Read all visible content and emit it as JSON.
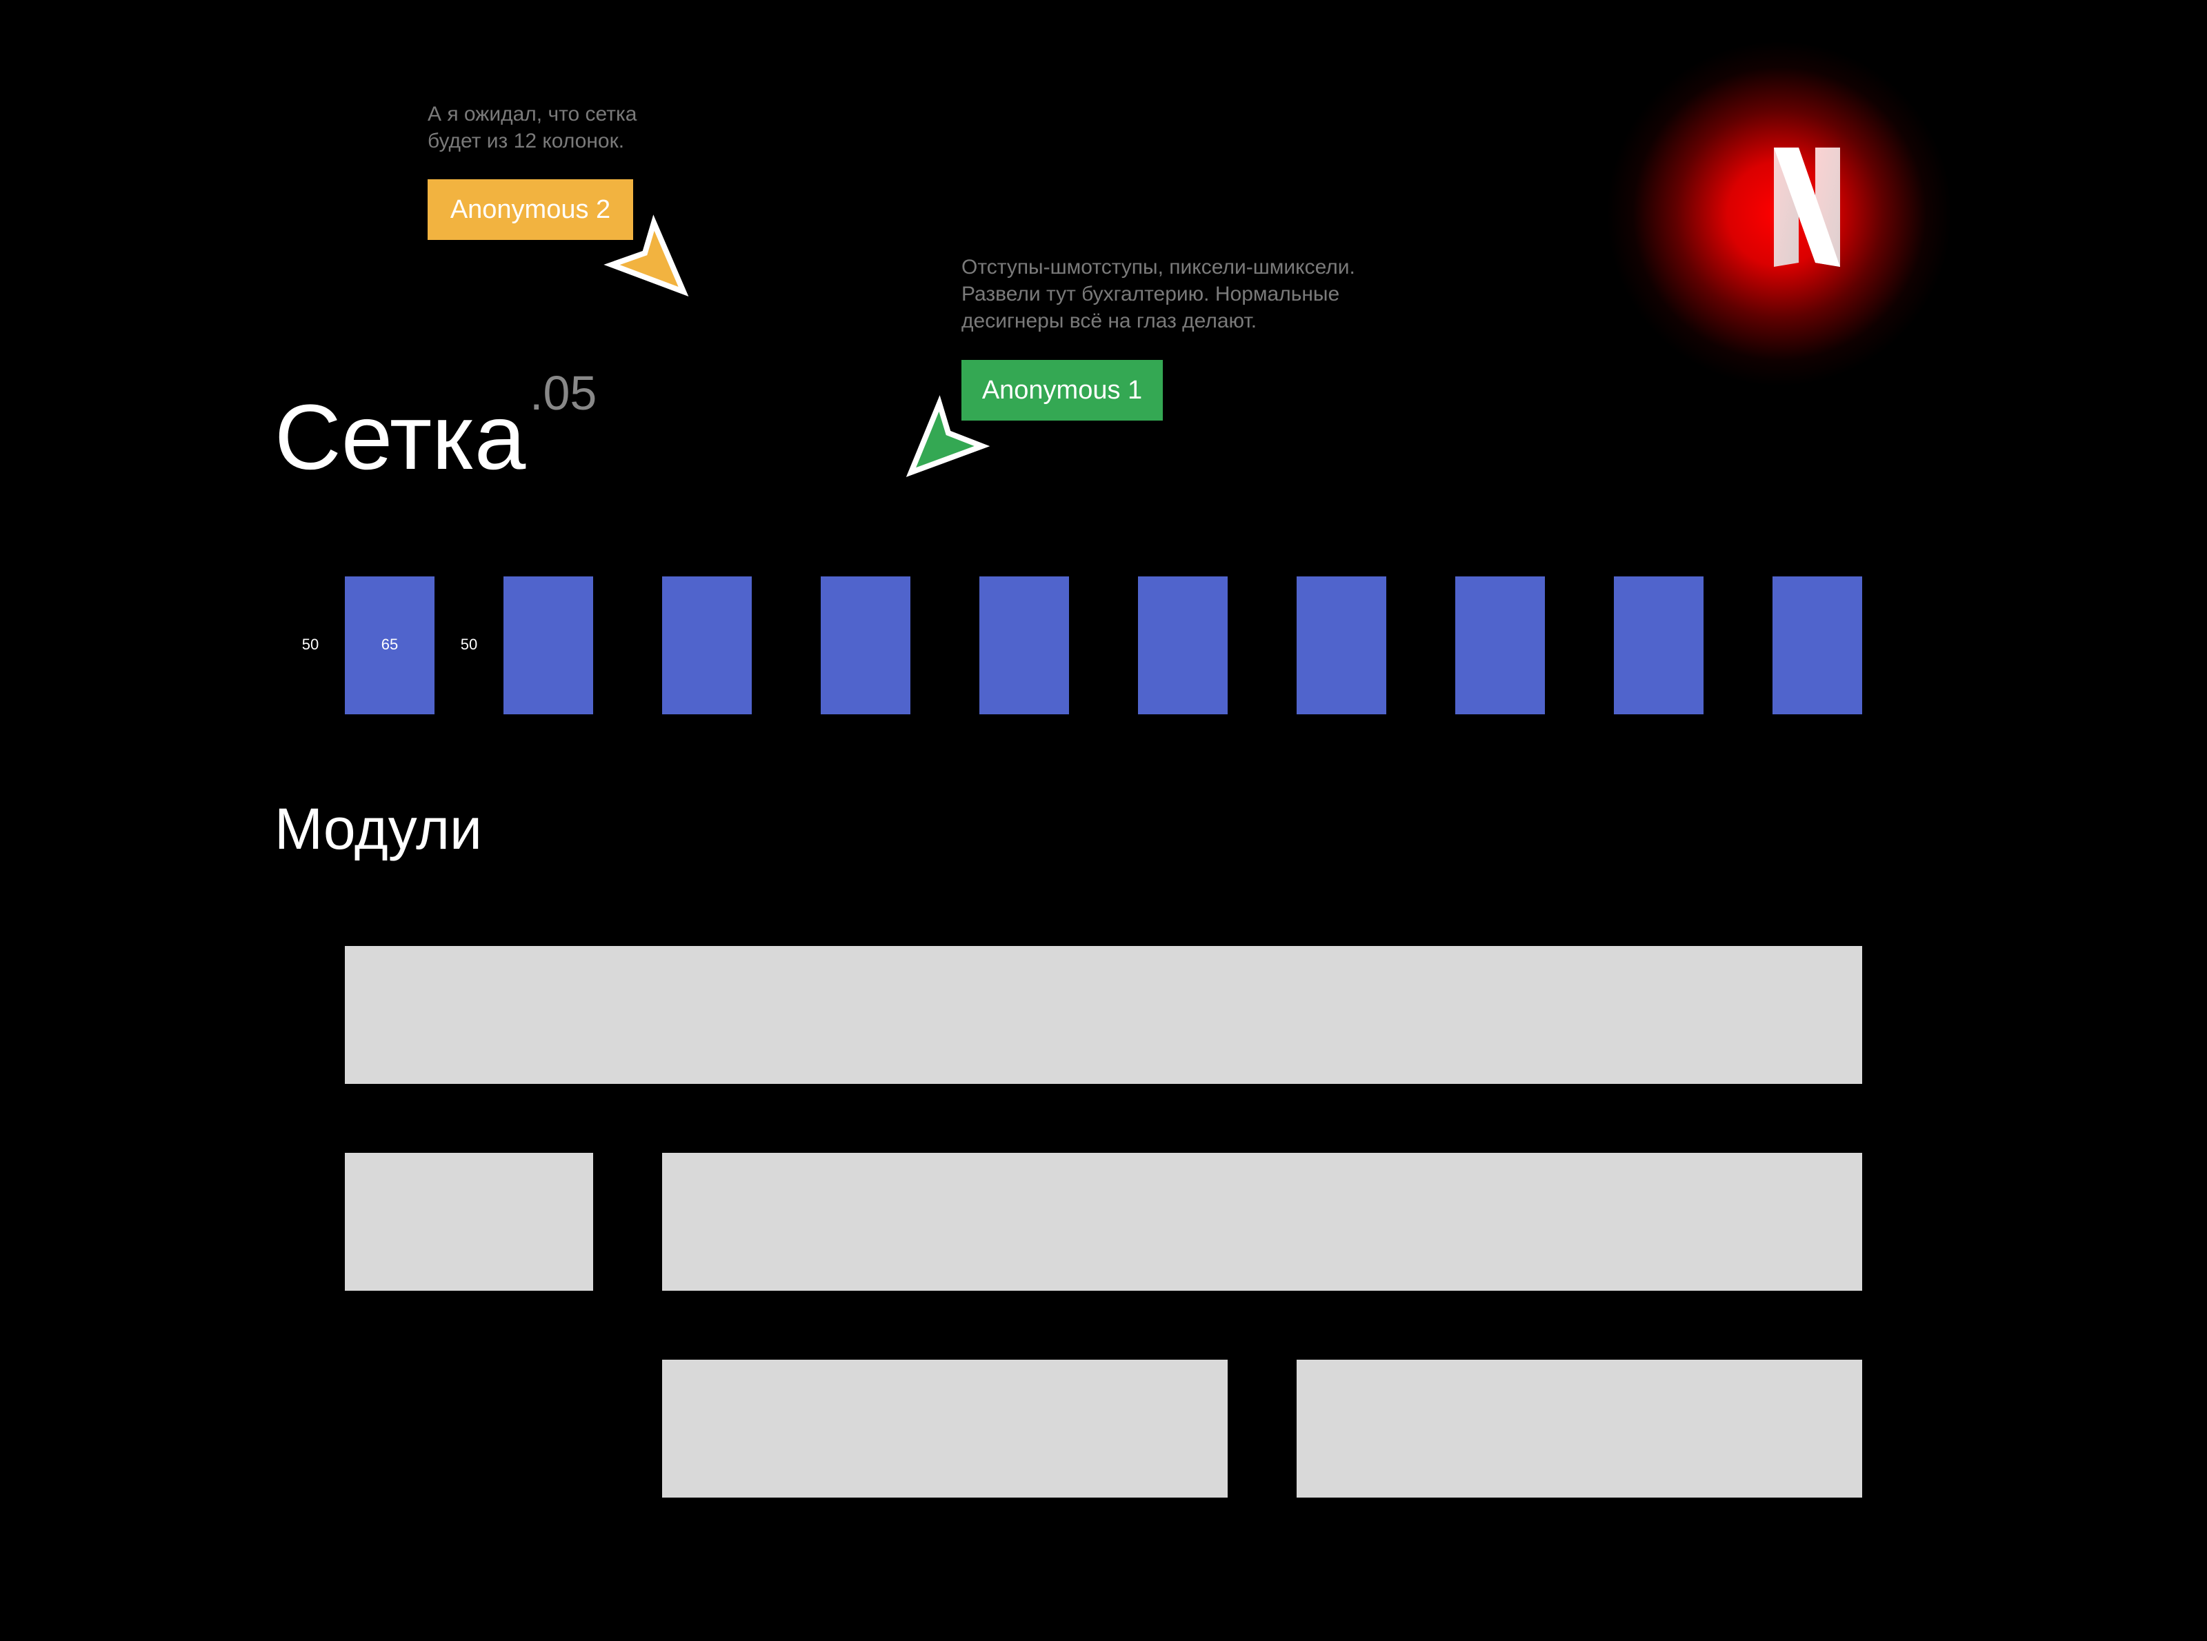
{
  "comments": [
    {
      "author": "Anonymous 2",
      "color": "#F2B340",
      "lines": [
        "А я ожидал, что сетка",
        "будет из 12 колонок."
      ]
    },
    {
      "author": "Anonymous 1",
      "color": "#34A853",
      "lines": [
        "Отступы-шмотступы, пиксели-шмиксели.",
        "Развели тут бухгалтерию. Нормальные",
        "десигнеры всё на глаз делают."
      ]
    }
  ],
  "grid_section": {
    "title": "Сетка",
    "number": ".05",
    "column_count": 10,
    "column_color": "#5064CC",
    "labels": {
      "margin": "50",
      "column": "65",
      "gutter": "50"
    }
  },
  "modules_section": {
    "title": "Модули",
    "module_color": "#D9D9D9",
    "rows": [
      [
        {
          "span": 10,
          "start": 1
        }
      ],
      [
        {
          "span": 2,
          "start": 1
        },
        {
          "span": 8,
          "start": 3
        }
      ],
      [
        {
          "span": 4,
          "start": 3
        },
        {
          "span": 4,
          "start": 7
        }
      ]
    ]
  },
  "logo": {
    "name": "netflix-logo",
    "letter": "N",
    "glow_color": "#FF0000"
  }
}
